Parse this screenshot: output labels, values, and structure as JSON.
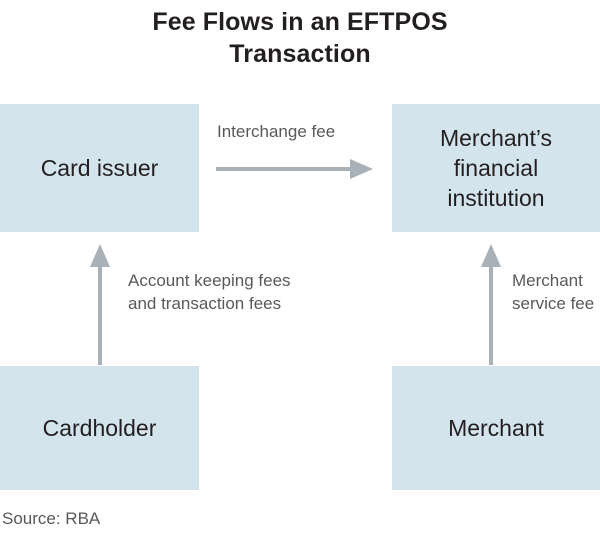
{
  "title": {
    "line1": "Fee Flows in an EFTPOS",
    "line2": "Transaction"
  },
  "colors": {
    "box_fill": "#d4e4ed",
    "arrow": "#a7b1b7",
    "title_text": "#231f20",
    "box_text": "#231f20",
    "label_text": "#58595b",
    "background": "#ffffff"
  },
  "nodes": {
    "card_issuer": {
      "label": "Card issuer"
    },
    "merchant_financial_institution": {
      "line1": "Merchant’s",
      "line2": "financial",
      "line3": "institution"
    },
    "cardholder": {
      "label": "Cardholder"
    },
    "merchant": {
      "label": "Merchant"
    }
  },
  "flows": {
    "interchange_fee": {
      "label": "Interchange fee",
      "from": "Card issuer",
      "to": "Merchant’s financial institution",
      "direction": "right"
    },
    "account_keeping_fees": {
      "line1": "Account keeping fees",
      "line2": "and transaction fees",
      "from": "Cardholder",
      "to": "Card issuer",
      "direction": "up"
    },
    "merchant_service_fee": {
      "line1": "Merchant",
      "line2": "service fee",
      "from": "Merchant",
      "to": "Merchant’s financial institution",
      "direction": "up"
    }
  },
  "source": {
    "text": "Source: RBA"
  }
}
